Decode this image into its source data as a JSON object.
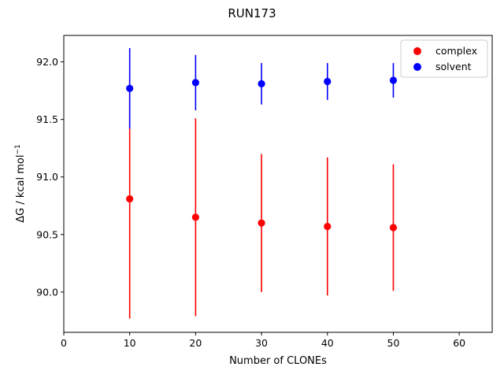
{
  "chart_data": {
    "type": "scatter",
    "title": "RUN173",
    "xlabel": "Number of CLONEs",
    "ylabel": "ΔG / kcal mol",
    "ylabel_sup": "−1",
    "xlim": [
      0,
      65
    ],
    "ylim": [
      89.65,
      92.23
    ],
    "xticks": [
      0,
      10,
      20,
      30,
      40,
      50,
      60
    ],
    "yticks": [
      90.0,
      90.5,
      91.0,
      91.5,
      92.0
    ],
    "ytick_labels": [
      "90.0",
      "90.5",
      "91.0",
      "91.5",
      "92.0"
    ],
    "legend_position": "upper right",
    "series": [
      {
        "name": "complex",
        "color": "#ff0000",
        "x": [
          10,
          20,
          30,
          40,
          50
        ],
        "y": [
          90.81,
          90.65,
          90.6,
          90.57,
          90.56
        ],
        "err": [
          1.04,
          0.86,
          0.6,
          0.6,
          0.55
        ]
      },
      {
        "name": "solvent",
        "color": "#0000ff",
        "x": [
          10,
          20,
          30,
          40,
          50
        ],
        "y": [
          91.77,
          91.82,
          91.81,
          91.83,
          91.84
        ],
        "err": [
          0.35,
          0.24,
          0.18,
          0.16,
          0.15
        ]
      }
    ]
  }
}
